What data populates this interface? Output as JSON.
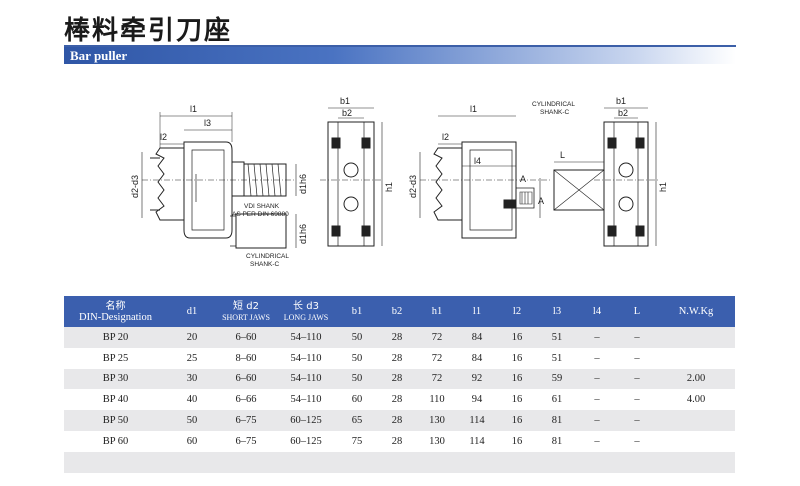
{
  "header": {
    "title_cn": "棒料牵引刀座",
    "title_en": "Bar puller"
  },
  "drawing": {
    "left_view": {
      "dims": [
        "l1",
        "l3",
        "l2",
        "d2-d3",
        "d1h6",
        "d1h6"
      ],
      "note_vdi": [
        "VDI SHANK",
        "AS PER DIN 69880"
      ],
      "note_cyl": [
        "CYLINDRICAL",
        "SHANK-C"
      ]
    },
    "left_end_view": {
      "dims": [
        "b1",
        "b2",
        "h1"
      ]
    },
    "right_view": {
      "note_cyl": [
        "CYLINDRICAL",
        "SHANK-C"
      ],
      "dims": [
        "l1",
        "l2",
        "l4",
        "d2-d3",
        "A",
        "A",
        "L"
      ]
    },
    "right_end_view": {
      "dims": [
        "b1",
        "b2",
        "h1"
      ]
    }
  },
  "table": {
    "headers": [
      {
        "cn": "名称",
        "en": "DIN-Designation"
      },
      {
        "en": "d1"
      },
      {
        "cn": "短 d2",
        "en": "SHORT JAWS"
      },
      {
        "cn": "长 d3",
        "en": "LONG JAWS"
      },
      {
        "en": "b1"
      },
      {
        "en": "b2"
      },
      {
        "en": "h1"
      },
      {
        "en": "l1"
      },
      {
        "en": "l2"
      },
      {
        "en": "l3"
      },
      {
        "en": "l4"
      },
      {
        "en": "L"
      },
      {
        "en": "N.W.Kg"
      }
    ],
    "rows": [
      [
        "BP 20",
        "20",
        "6–60",
        "54–110",
        "50",
        "28",
        "72",
        "84",
        "16",
        "51",
        "–",
        "–",
        ""
      ],
      [
        "BP 25",
        "25",
        "8–60",
        "54–110",
        "50",
        "28",
        "72",
        "84",
        "16",
        "51",
        "–",
        "–",
        ""
      ],
      [
        "BP 30",
        "30",
        "6–60",
        "54–110",
        "50",
        "28",
        "72",
        "92",
        "16",
        "59",
        "–",
        "–",
        "2.00"
      ],
      [
        "BP 40",
        "40",
        "6–66",
        "54–110",
        "60",
        "28",
        "110",
        "94",
        "16",
        "61",
        "–",
        "–",
        "4.00"
      ],
      [
        "BP 50",
        "50",
        "6–75",
        "60–125",
        "65",
        "28",
        "130",
        "114",
        "16",
        "81",
        "–",
        "–",
        ""
      ],
      [
        "BP 60",
        "60",
        "6–75",
        "60–125",
        "75",
        "28",
        "130",
        "114",
        "16",
        "81",
        "–",
        "–",
        ""
      ],
      [
        "",
        "",
        "",
        "",
        "",
        "",
        "",
        "",
        "",
        "",
        "",
        "",
        ""
      ]
    ]
  }
}
